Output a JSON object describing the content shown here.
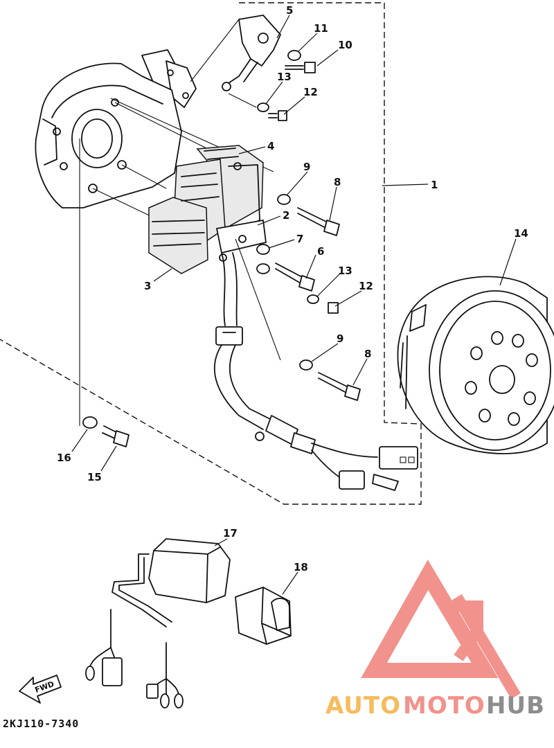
{
  "callouts": {
    "c1": "1",
    "c2": "2",
    "c3": "3",
    "c4": "4",
    "c5": "5",
    "c6": "6",
    "c7": "7",
    "c8a": "8",
    "c8b": "8",
    "c9a": "9",
    "c9b": "9",
    "c10": "10",
    "c11": "11",
    "c12a": "12",
    "c12b": "12",
    "c13a": "13",
    "c13b": "13",
    "c14": "14",
    "c15": "15",
    "c16": "16",
    "c17": "17",
    "c18": "18"
  },
  "diagram_code": "2KJ110-7340",
  "fwd_label": "FWD",
  "watermark": {
    "part1": "AUTO",
    "part2": "MOTO",
    "part3": "HUB",
    "colors": {
      "orange": "#f5b041",
      "red": "#f08078",
      "gray": "#7a7a7a"
    }
  }
}
